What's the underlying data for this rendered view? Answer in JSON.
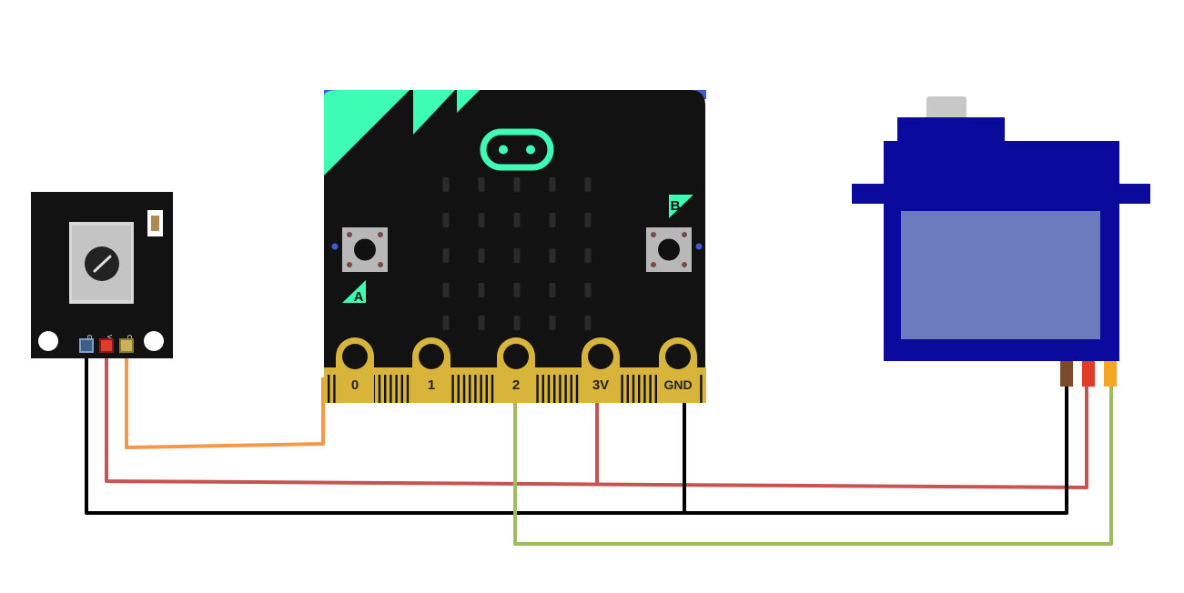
{
  "colors": {
    "wire_black": "#000000",
    "wire_red": "#c65450",
    "wire_orange": "#f2994a",
    "wire_green": "#9cbd5c",
    "board_black": "#121212",
    "board_accent": "#3dfdb5",
    "edge_gold": "#d8b43a",
    "servo_blue": "#0a0a9c",
    "servo_window": "#6b7cbe"
  },
  "potentiometer": {
    "pins": [
      "GND",
      "VCC",
      "OUT"
    ]
  },
  "microbit": {
    "pins": [
      "0",
      "1",
      "2",
      "3V",
      "GND"
    ],
    "buttons": [
      "A",
      "B"
    ]
  },
  "servo": {
    "lead_colors": [
      "#7a4a2a",
      "#e23a2a",
      "#f5a623"
    ]
  }
}
